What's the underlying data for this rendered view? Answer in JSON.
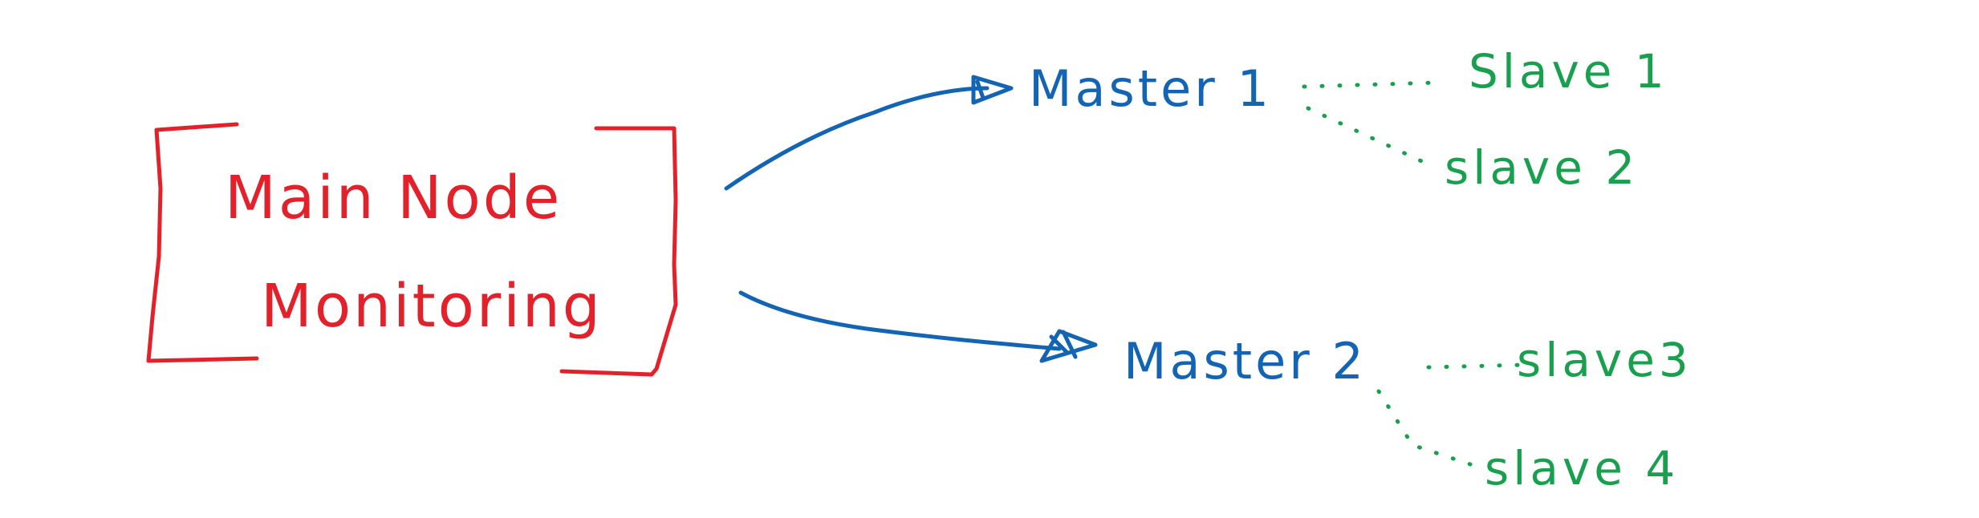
{
  "colors": {
    "main": "#e3212b",
    "master": "#1464b4",
    "slave": "#18a04e"
  },
  "main_node": {
    "line1": "Main Node",
    "line2": "Monitoring"
  },
  "masters": [
    {
      "label": "Master 1"
    },
    {
      "label": "Master 2"
    }
  ],
  "slaves": [
    {
      "label": "Slave 1"
    },
    {
      "label": "slave 2"
    },
    {
      "label": "slave3"
    },
    {
      "label": "slave 4"
    }
  ]
}
